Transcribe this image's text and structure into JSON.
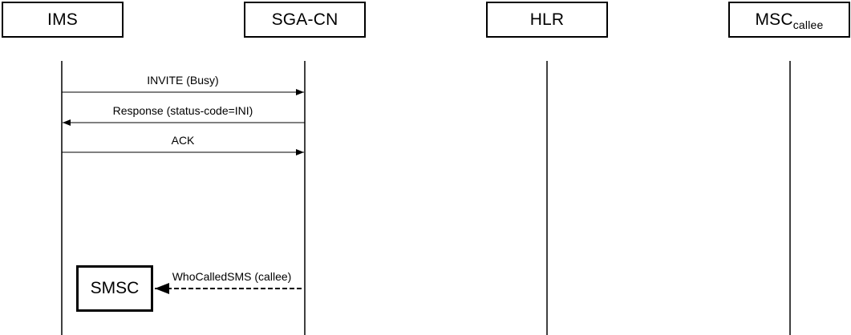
{
  "actors": [
    {
      "id": "ims",
      "label": "IMS",
      "sub": ""
    },
    {
      "id": "sga-cn",
      "label": "SGA-CN",
      "sub": ""
    },
    {
      "id": "hlr",
      "label": "HLR",
      "sub": ""
    },
    {
      "id": "msc-callee",
      "label": "MSC",
      "sub": "callee"
    }
  ],
  "messages": [
    {
      "label": "INVITE (Busy)",
      "from": "IMS",
      "to": "SGA-CN"
    },
    {
      "label": "Response (status-code=INI)",
      "from": "SGA-CN",
      "to": "IMS"
    },
    {
      "label": "ACK",
      "from": "IMS",
      "to": "SGA-CN"
    },
    {
      "label": "WhoCalledSMS (callee)",
      "from": "SGA-CN",
      "to": "SMSC",
      "style": "dashed"
    }
  ],
  "smsc": {
    "label": "SMSC"
  },
  "colors": {
    "line": "#000000",
    "background": "#ffffff"
  }
}
